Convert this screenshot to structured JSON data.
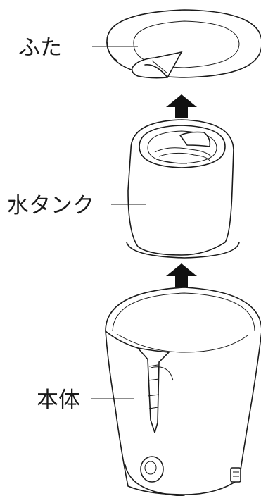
{
  "labels": {
    "lid": "ふた",
    "water_tank": "水タンク",
    "body": "本体"
  }
}
